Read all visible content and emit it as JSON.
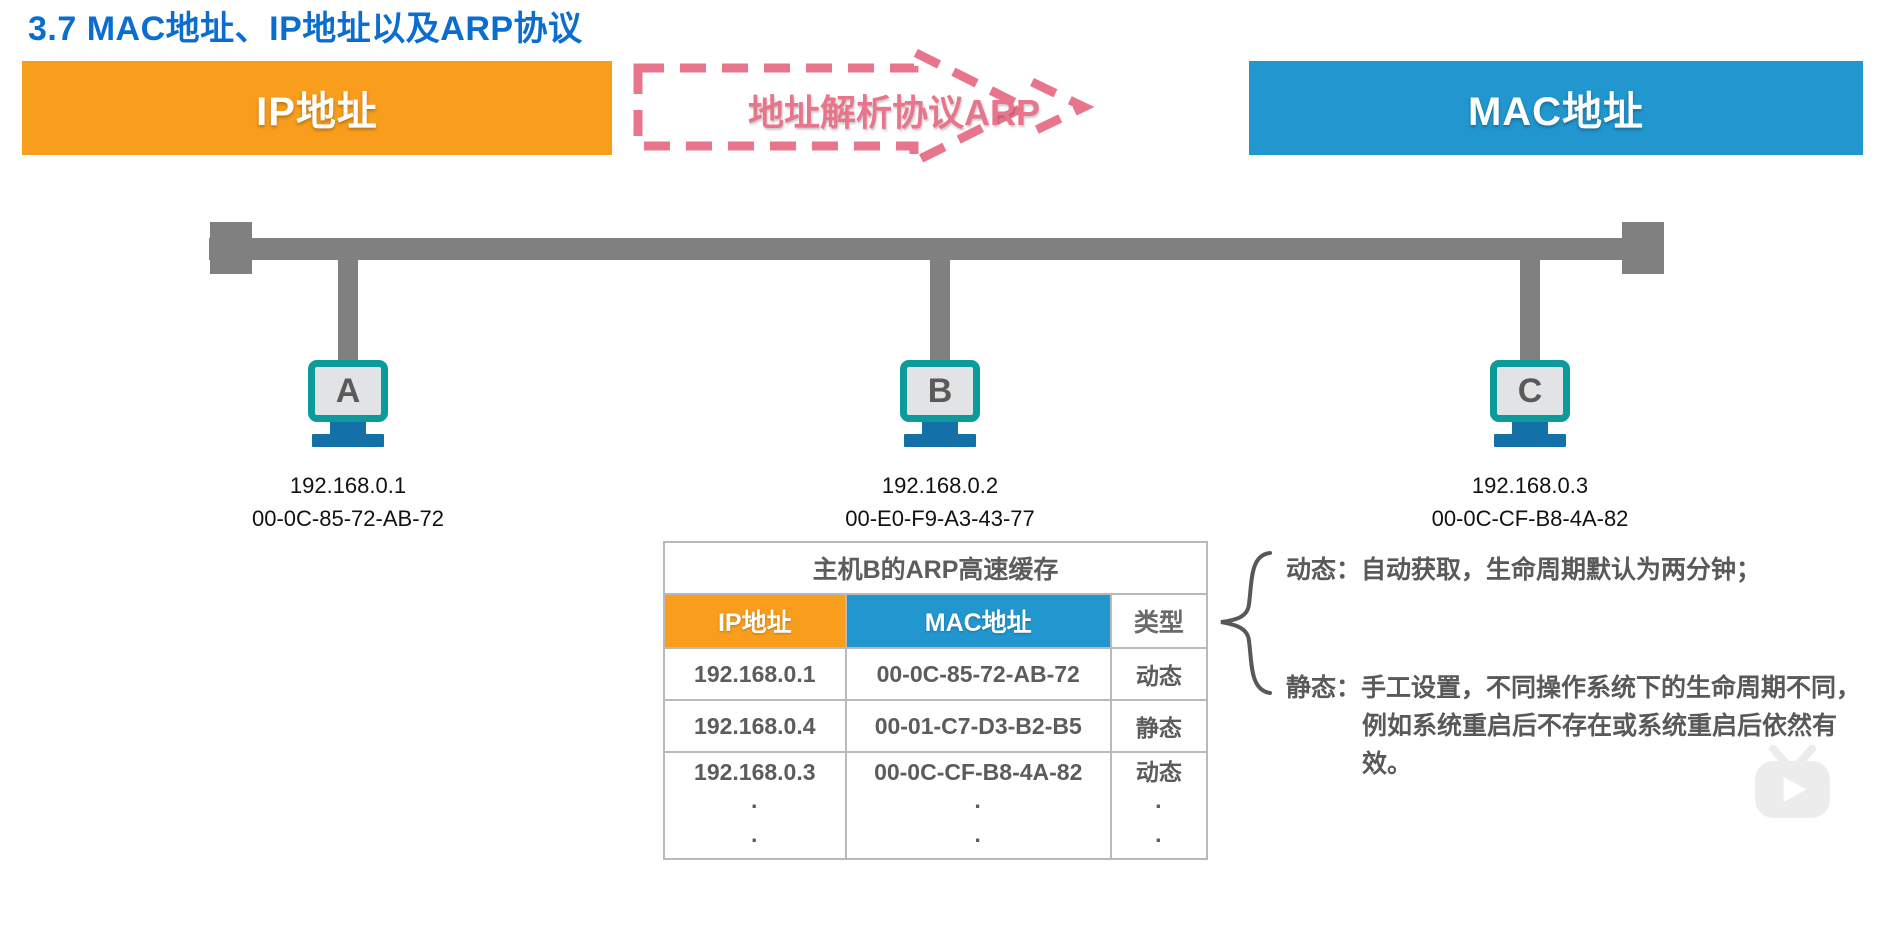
{
  "page_title": "3.7 MAC地址、IP地址以及ARP协议",
  "banners": {
    "ip_label": "IP地址",
    "mac_label": "MAC地址",
    "arp_label": "地址解析协议ARP"
  },
  "colors": {
    "title_blue": "#0b6ecf",
    "ip_orange": "#f99d1c",
    "mac_blue": "#2196cf",
    "arp_pink": "#e8758b",
    "bus_gray": "#808080",
    "monitor_teal": "#0c9a9a",
    "stand_blue": "#1371a8",
    "text_gray": "#5c5c5c"
  },
  "hosts": [
    {
      "name": "A",
      "ip": "192.168.0.1",
      "mac": "00-0C-85-72-AB-72"
    },
    {
      "name": "B",
      "ip": "192.168.0.2",
      "mac": "00-E0-F9-A3-43-77"
    },
    {
      "name": "C",
      "ip": "192.168.0.3",
      "mac": "00-0C-CF-B8-4A-82"
    }
  ],
  "arp_table": {
    "title": "主机B的ARP高速缓存",
    "headers": [
      "IP地址",
      "MAC地址",
      "类型"
    ],
    "rows": [
      [
        "192.168.0.1",
        "00-0C-85-72-AB-72",
        "动态"
      ],
      [
        "192.168.0.4",
        "00-01-C7-D3-B2-B5",
        "静态"
      ],
      [
        "192.168.0.3",
        "00-0C-CF-B8-4A-82",
        "动态"
      ]
    ],
    "ellipsis": "·\n·"
  },
  "annotations": {
    "dynamic": "动态：自动获取，生命周期默认为两分钟；",
    "static": "静态：手工设置，不同操作系统下的生命周期不同，例如系统重启后不存在或系统重启后依然有效。"
  },
  "watermark": "bilibili-play-icon"
}
